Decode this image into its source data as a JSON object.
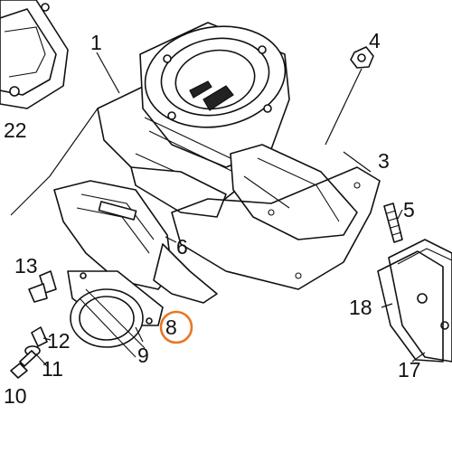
{
  "callouts": [
    {
      "id": "1",
      "label": "1"
    },
    {
      "id": "3",
      "label": "3"
    },
    {
      "id": "4",
      "label": "4"
    },
    {
      "id": "5",
      "label": "5"
    },
    {
      "id": "6",
      "label": "6"
    },
    {
      "id": "8",
      "label": "8"
    },
    {
      "id": "9",
      "label": "9"
    },
    {
      "id": "10",
      "label": "10"
    },
    {
      "id": "11",
      "label": "11"
    },
    {
      "id": "12",
      "label": "12"
    },
    {
      "id": "13",
      "label": "13"
    },
    {
      "id": "17",
      "label": "17"
    },
    {
      "id": "18",
      "label": "18"
    },
    {
      "id": "22",
      "label": "22"
    }
  ],
  "highlight": {
    "callout": "8",
    "color": "#e87722"
  }
}
